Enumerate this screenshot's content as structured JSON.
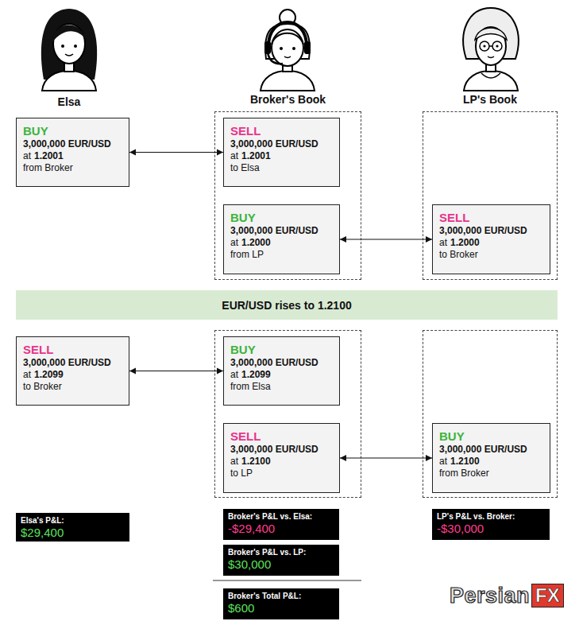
{
  "diagram": {
    "nodes": [
      {
        "text": [
          "BUY",
          "3,000,000 EUR/USD",
          "at",
          "1.2001",
          "from Broker"
        ]
      },
      {
        "text": [
          "Broker's Book"
        ]
      },
      {
        "text": [
          "SELL",
          "3,000,000 EUR/USD",
          "at",
          "1.2001",
          "to Elsa"
        ],
        "in": 1
      },
      {
        "text": [
          "BUY",
          "3,000,000 EUR/USD",
          "at",
          "1.2000",
          "from LP"
        ],
        "in": 1
      },
      {
        "text": [
          "LP's Book"
        ]
      },
      {
        "text": [
          "SELL",
          "3,000,000 EUR/USD",
          "at",
          "1.2000",
          "to Broker"
        ],
        "in": 4
      },
      {
        "text": [
          "EUR/USD rises to 1.2100"
        ]
      },
      {
        "text": [
          "SELL",
          "3,000,000 EUR/USD",
          "at",
          "1.2099",
          "to Broker"
        ]
      },
      {
        "text": []
      },
      {
        "text": [
          "BUY",
          "3,000,000 EUR/USD",
          "at",
          "1.2099",
          "from Elsa"
        ],
        "in": 8
      },
      {
        "text": [
          "SELL",
          "3,000,000 EUR/USD",
          "at",
          "1.2100",
          "to LP"
        ],
        "in": 8
      },
      {
        "text": []
      },
      {
        "text": [
          "BUY",
          "3,000,000 EUR/USD",
          "at",
          "1.2100",
          "from Broker"
        ],
        "in": 11
      },
      {
        "text": [
          "Elsa's P&L:",
          "$29,400"
        ]
      },
      {
        "text": [
          "Broker's P&L vs. Elsa:",
          "-$29,400"
        ]
      },
      {
        "text": [
          "LP's P&L vs. Broker:",
          "-$30,000"
        ]
      },
      {
        "text": [
          "Broker's P&L vs. LP:",
          "$30,000"
        ]
      },
      {
        "text": [
          "Broker's Total P&L:",
          "$600"
        ]
      }
    ],
    "edges": [
      {
        "from": 0,
        "to": 2,
        "arrow": "both"
      },
      {
        "from": 3,
        "to": 5,
        "arrow": "both"
      },
      {
        "from": 7,
        "to": 9,
        "arrow": "both"
      },
      {
        "from": 10,
        "to": 12,
        "arrow": "both"
      }
    ],
    "labels": [
      "Elsa",
      "Persian",
      "FX"
    ]
  }
}
